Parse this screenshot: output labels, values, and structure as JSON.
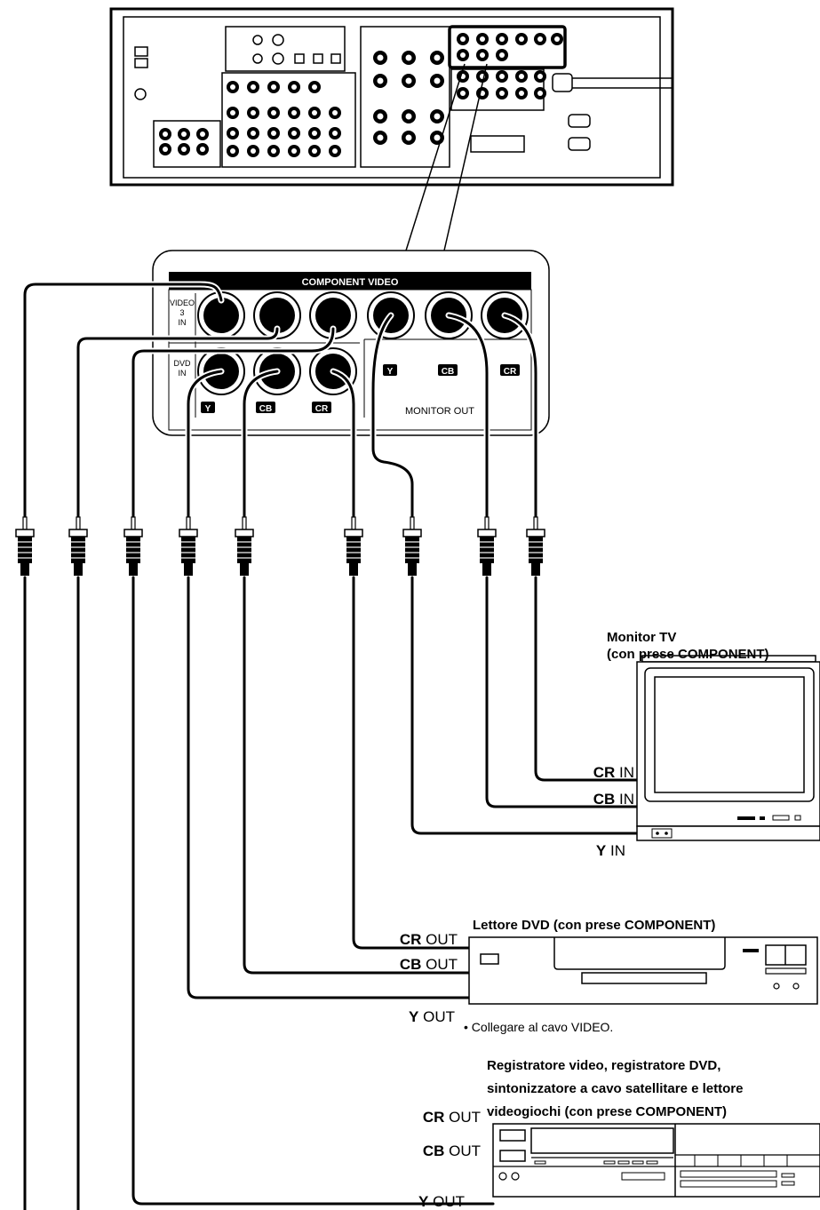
{
  "panel": {
    "header": "COMPONENT VIDEO",
    "video3_line1": "VIDEO",
    "video3_line2": "3",
    "video3_line3": "IN",
    "dvd_line1": "DVD",
    "dvd_line2": "IN",
    "badge_y": "Y",
    "badge_cb": "CB",
    "badge_cr": "CR",
    "monitor_out": "MONITOR OUT"
  },
  "tv": {
    "title_line1": "Monitor TV",
    "title_line2": "(con prese COMPONENT)",
    "cr_in_bold": "CR",
    "cr_in_rest": " IN",
    "cb_in_bold": "CB",
    "cb_in_rest": " IN",
    "y_in_bold": "Y",
    "y_in_rest": " IN"
  },
  "dvd": {
    "title": "Lettore DVD (con prese COMPONENT)",
    "cr_out_bold": "CR",
    "cr_out_rest": " OUT",
    "cb_out_bold": "CB",
    "cb_out_rest": " OUT",
    "y_out_bold": "Y",
    "y_out_rest": " OUT",
    "note": "• Collegare al cavo VIDEO."
  },
  "recorder": {
    "title_line1": "Registratore video, registratore DVD,",
    "title_line2": "sintonizzatore a cavo satellitare e lettore",
    "title_line3": "videogiochi (con prese COMPONENT)",
    "cr_out_bold": "CR",
    "cr_out_rest": " OUT",
    "cb_out_bold": "CB",
    "cb_out_rest": " OUT",
    "y_out_bold": "Y",
    "y_out_rest": " OUT"
  }
}
